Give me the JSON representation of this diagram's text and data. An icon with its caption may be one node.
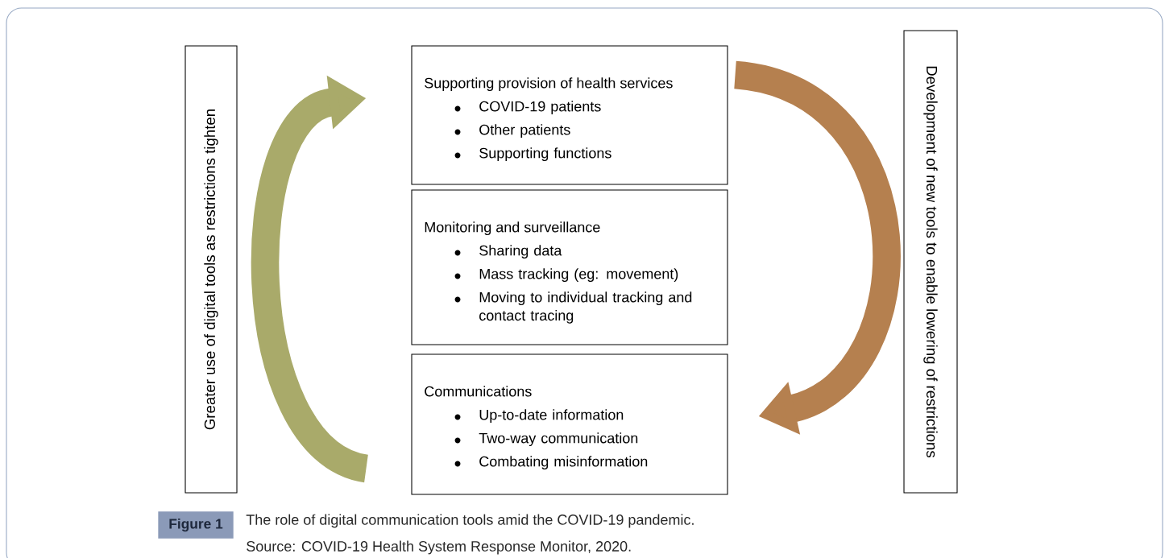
{
  "diagram": {
    "caption": "The role of digital communication tools amid the COVID-19 pandemic.",
    "nodes": [
      {
        "text": [
          "Greater use of digital tools as restrictions tighten"
        ]
      },
      {
        "text": [
          "Supporting provision of health services",
          "COVID-19 patients",
          "Other patients",
          "Supporting functions"
        ]
      },
      {
        "text": [
          "Monitoring and surveillance",
          "Sharing data",
          "Mass tracking (eg: movement)",
          "Moving to individual tracking and contact tracing"
        ]
      },
      {
        "text": [
          "Communications",
          "Up-to-date information",
          "Two-way communication",
          "Combating misinformation"
        ]
      },
      {
        "text": [
          "Development of new tools to enable lowering of restrictions"
        ]
      }
    ],
    "edges": [
      {
        "from": 3,
        "to": 1,
        "arrow": "to",
        "color": "#a9aa6a"
      },
      {
        "from": 1,
        "to": 3,
        "arrow": "to",
        "color": "#b5804f"
      }
    ],
    "labels": [
      "Figure 1",
      "Source: COVID-19 Health System Response Monitor, 2020."
    ]
  }
}
